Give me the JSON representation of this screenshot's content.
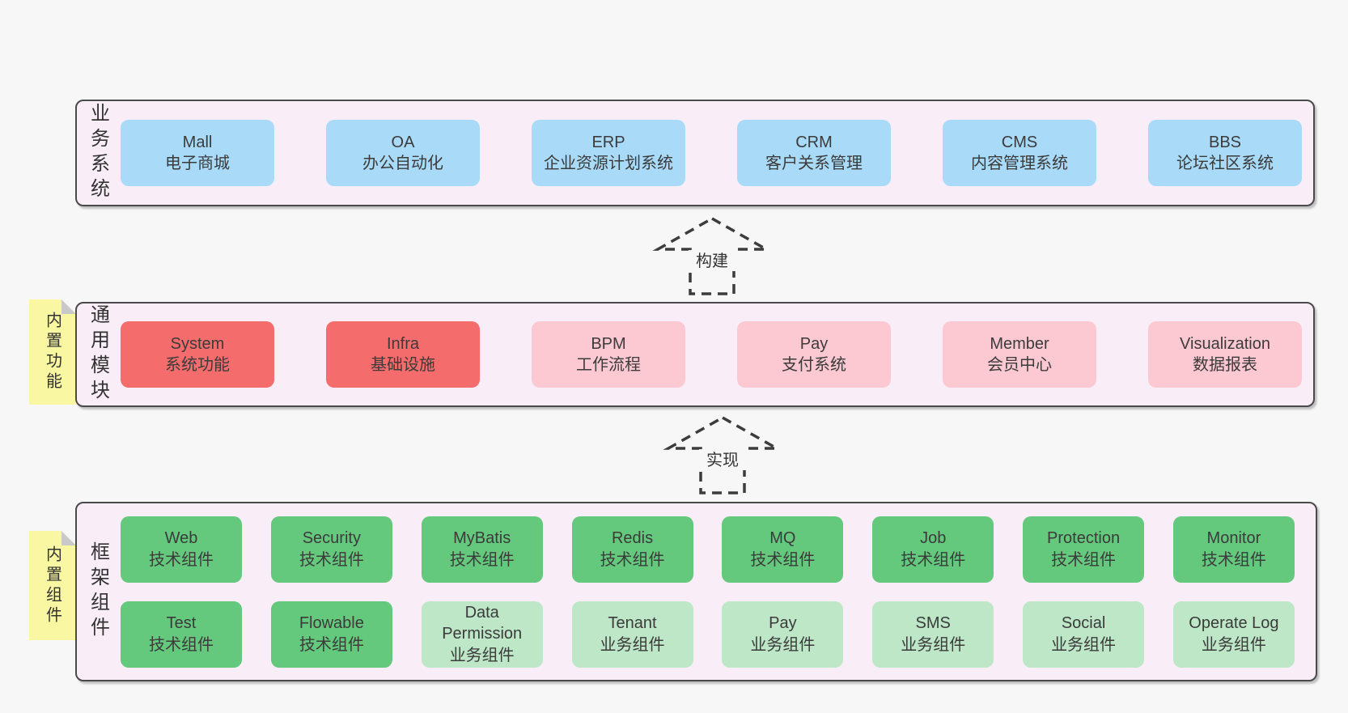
{
  "colors": {
    "page_bg": "#f7f7f7",
    "panel_bg": "#f9eef7",
    "panel_border": "#4a4a4a",
    "blue": "#a9dbf8",
    "red": "#f56c6c",
    "pink": "#fcc8d2",
    "green_dark": "#64c87d",
    "green_light": "#bde7c7",
    "note_yellow": "#f9f7a2",
    "note_fold": "#c9c9c9",
    "text": "#3b3b3b"
  },
  "sections": {
    "business": {
      "label": "业务系统",
      "boxes": [
        {
          "name": "Mall",
          "subtitle": "电子商城"
        },
        {
          "name": "OA",
          "subtitle": "办公自动化"
        },
        {
          "name": "ERP",
          "subtitle": "企业资源计划系统"
        },
        {
          "name": "CRM",
          "subtitle": "客户关系管理"
        },
        {
          "name": "CMS",
          "subtitle": "内容管理系统"
        },
        {
          "name": "BBS",
          "subtitle": "论坛社区系统"
        }
      ]
    },
    "modules": {
      "label": "通用模块",
      "note": "内置功能",
      "boxes": [
        {
          "name": "System",
          "subtitle": "系统功能",
          "variant": "red"
        },
        {
          "name": "Infra",
          "subtitle": "基础设施",
          "variant": "red"
        },
        {
          "name": "BPM",
          "subtitle": "工作流程",
          "variant": "pink"
        },
        {
          "name": "Pay",
          "subtitle": "支付系统",
          "variant": "pink"
        },
        {
          "name": "Member",
          "subtitle": "会员中心",
          "variant": "pink"
        },
        {
          "name": "Visualization",
          "subtitle": "数据报表",
          "variant": "pink"
        }
      ]
    },
    "framework": {
      "label": "框架组件",
      "note": "内置组件",
      "row1": [
        {
          "name": "Web",
          "subtitle": "技术组件",
          "variant": "green-dark"
        },
        {
          "name": "Security",
          "subtitle": "技术组件",
          "variant": "green-dark"
        },
        {
          "name": "MyBatis",
          "subtitle": "技术组件",
          "variant": "green-dark"
        },
        {
          "name": "Redis",
          "subtitle": "技术组件",
          "variant": "green-dark"
        },
        {
          "name": "MQ",
          "subtitle": "技术组件",
          "variant": "green-dark"
        },
        {
          "name": "Job",
          "subtitle": "技术组件",
          "variant": "green-dark"
        },
        {
          "name": "Protection",
          "subtitle": "技术组件",
          "variant": "green-dark"
        },
        {
          "name": "Monitor",
          "subtitle": "技术组件",
          "variant": "green-dark"
        }
      ],
      "row2": [
        {
          "name": "Test",
          "subtitle": "技术组件",
          "variant": "green-dark"
        },
        {
          "name": "Flowable",
          "subtitle": "技术组件",
          "variant": "green-dark"
        },
        {
          "name": "Data Permission",
          "subtitle": "业务组件",
          "variant": "green-light"
        },
        {
          "name": "Tenant",
          "subtitle": "业务组件",
          "variant": "green-light"
        },
        {
          "name": "Pay",
          "subtitle": "业务组件",
          "variant": "green-light"
        },
        {
          "name": "SMS",
          "subtitle": "业务组件",
          "variant": "green-light"
        },
        {
          "name": "Social",
          "subtitle": "业务组件",
          "variant": "green-light"
        },
        {
          "name": "Operate Log",
          "subtitle": "业务组件",
          "variant": "green-light"
        }
      ]
    }
  },
  "arrows": [
    {
      "label": "构建"
    },
    {
      "label": "实现"
    }
  ]
}
